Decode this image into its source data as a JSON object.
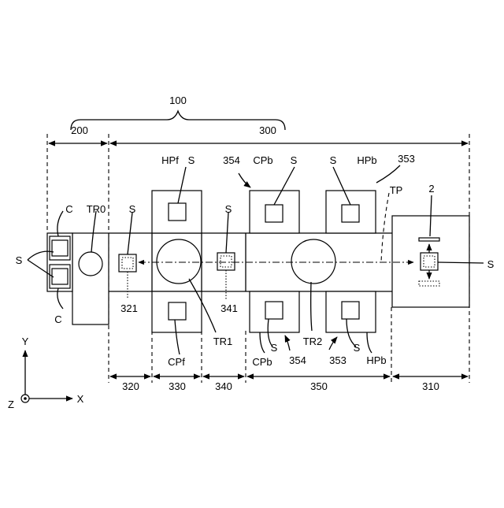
{
  "labels": {
    "ref_100": "100",
    "ref_200": "200",
    "ref_300": "300",
    "hpf": "HPf",
    "s_hpf": "S",
    "ref_354_top": "354",
    "cpb_top": "CPb",
    "s_cpb_top": "S",
    "s_hpb_top": "S",
    "hpb_top": "HPb",
    "ref_353_top": "353",
    "tp": "TP",
    "ref_2": "2",
    "c_top": "C",
    "tr0": "TR0",
    "s_321": "S",
    "s_341": "S",
    "s_left": "S",
    "s_right": "S",
    "c_bottom": "C",
    "ref_321": "321",
    "ref_341": "341",
    "tr1": "TR1",
    "cpf": "CPf",
    "s_cpb_bottom": "S",
    "cpb_bottom": "CPb",
    "ref_354_bottom": "354",
    "tr2": "TR2",
    "s_hpb_bottom": "S",
    "hpb_bottom": "HPb",
    "ref_353_bottom": "353",
    "axis_y": "Y",
    "axis_x": "X",
    "axis_z": "Z",
    "dim_320": "320",
    "dim_330": "330",
    "dim_340": "340",
    "dim_350": "350",
    "dim_310": "310"
  }
}
